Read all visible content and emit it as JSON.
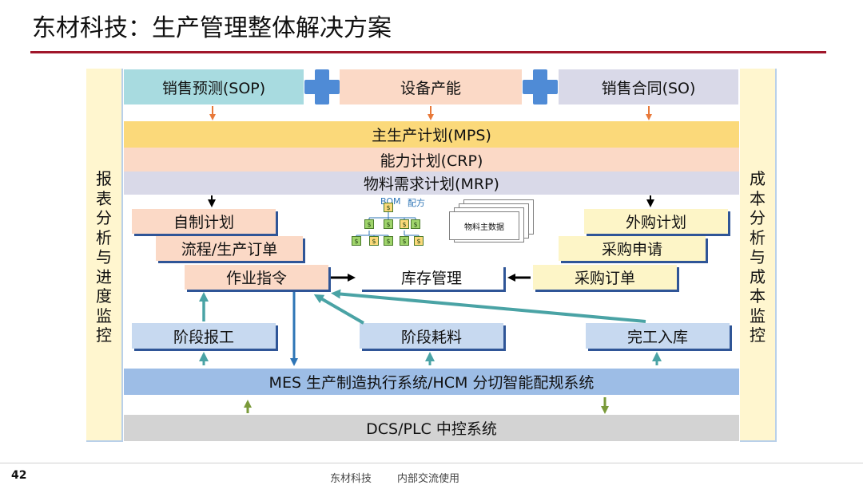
{
  "slide": {
    "title": "东材科技：生产管理整体解决方案",
    "page_number": "42",
    "footer_company": "东材科技",
    "footer_note": "内部交流使用"
  },
  "diagram": {
    "left_side": "报表分析与进度监控",
    "right_side": "成本分析与成本监控",
    "inputs": {
      "forecast": "销售预测(SOP)",
      "capacity": "设备产能",
      "contract": "销售合同(SO)"
    },
    "plans": {
      "mps": "主生产计划(MPS)",
      "crp": "能力计划(CRP)",
      "mrp": "物料需求计划(MRP)"
    },
    "left_stack": {
      "self_plan": "自制计划",
      "process_order": "流程/生产订单",
      "work_order": "作业指令"
    },
    "right_stack": {
      "purchase_plan": "外购计划",
      "purchase_request": "采购申请",
      "purchase_order": "采购订单"
    },
    "inventory": "库存管理",
    "bom": {
      "bom_label": "BOM",
      "recipe_label": "配方",
      "node_symbol": "$",
      "master_data": "物料主数据"
    },
    "reports": {
      "stage_report": "阶段报工",
      "stage_consumption": "阶段耗料",
      "completion": "完工入库"
    },
    "mes": "MES 生产制造执行系统/HCM 分切智能配规系统",
    "dcs": "DCS/PLC 中控系统"
  },
  "colors": {
    "accent_red": "#a0162a",
    "teal_box": "#a8dbe0",
    "peach": "#fbd9c6",
    "lavender": "#d9d9e8",
    "yellow_band": "#fbd97a",
    "light_yellow": "#fdf5c7",
    "blue_box": "#c7d9f0",
    "mes_band": "#9dbde6",
    "dcs_band": "#d3d3d3",
    "side_panel": "#fff6cf",
    "arrow_orange": "#e8793a",
    "arrow_teal": "#4aa3a5",
    "arrow_blue": "#2e75b6",
    "arrow_olive": "#7a9a3a"
  },
  "icons": [
    "plus-icon",
    "down-arrow-icon",
    "left-arrow-icon",
    "right-arrow-icon",
    "bom-tree-icon",
    "document-stack-icon"
  ]
}
